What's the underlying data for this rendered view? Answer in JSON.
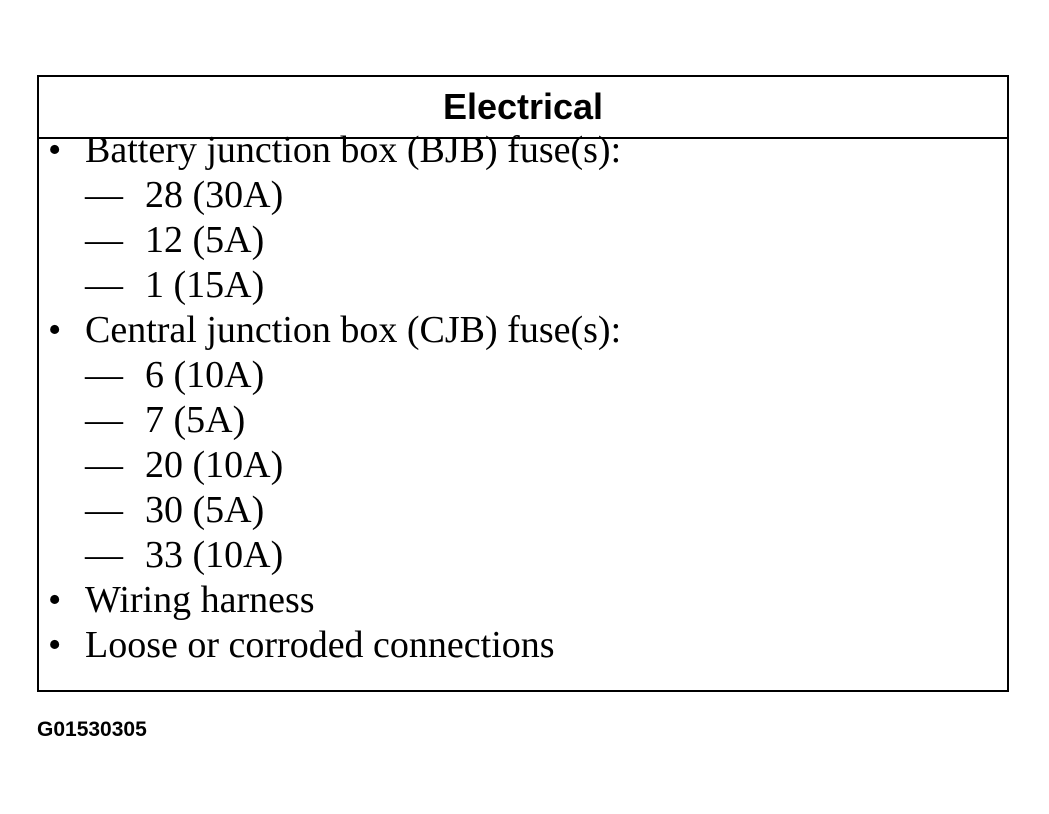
{
  "title": "Electrical",
  "figure_id": "G01530305",
  "bullet_glyph": "•",
  "dash_glyph": "—",
  "lines": [
    {
      "kind": "bullet",
      "text": "Battery junction box (BJB) fuse(s):"
    },
    {
      "kind": "sub",
      "text": "28 (30A)"
    },
    {
      "kind": "sub",
      "text": "12 (5A)"
    },
    {
      "kind": "sub",
      "text": "1 (15A)"
    },
    {
      "kind": "bullet",
      "text": "Central junction box (CJB) fuse(s):"
    },
    {
      "kind": "sub",
      "text": "6 (10A)"
    },
    {
      "kind": "sub",
      "text": "7 (5A)"
    },
    {
      "kind": "sub",
      "text": "20 (10A)"
    },
    {
      "kind": "sub",
      "text": "30 (5A)"
    },
    {
      "kind": "sub",
      "text": "33 (10A)"
    },
    {
      "kind": "bullet",
      "text": "Wiring harness"
    },
    {
      "kind": "bullet",
      "text": "Loose or corroded connections"
    }
  ]
}
